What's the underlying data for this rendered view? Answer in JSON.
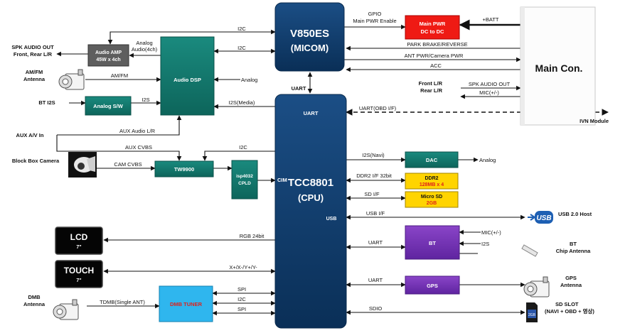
{
  "blocks": {
    "micom": {
      "title": "V850ES",
      "subtitle": "(MICOM)"
    },
    "cpu": {
      "title": "TCC8801",
      "subtitle": "(CPU)",
      "uart_label": "UART",
      "cim_label": "CIM",
      "usb_label": "USB"
    },
    "uart_link": "UART",
    "main_pwr": {
      "line1": "Main PWR",
      "line2": "DC to DC"
    },
    "main_con": "Main Con.",
    "audio_amp": {
      "line1": "Audio AMP",
      "line2": "45W x 4ch"
    },
    "audio_dsp": "Audio DSP",
    "analog_sw": "Analog S/W",
    "tw9900": "TW9900",
    "isp": {
      "line1": "isp4032",
      "line2": "CPLD"
    },
    "dac": "DAC",
    "ddr2": {
      "line1": "DDR2",
      "line2": "128MB x 4"
    },
    "microsd": {
      "line1": "Micro SD",
      "line2": "2GB"
    },
    "bt": "BT",
    "gps": "GPS",
    "dmb_tuner": "DMB TUNER",
    "lcd": {
      "line1": "LCD",
      "line2": "7\""
    },
    "touch": {
      "line1": "TOUCH",
      "line2": "7\""
    }
  },
  "external": {
    "spk_audio_out": {
      "line1": "SPK AUDIO OUT",
      "line2": "Front, Rear L/R"
    },
    "amfm_antenna": {
      "line1": "AM/FM",
      "line2": "Antenna"
    },
    "bt_i2s": "BT I2S",
    "aux_av_in": "AUX A/V In",
    "block_box_camera": "Block Box Camera",
    "dmb_antenna": {
      "line1": "DMB",
      "line2": "Antenna"
    },
    "ivn_module": "IVN Module",
    "usb_host": "USB 2.0 Host",
    "bt_antenna": {
      "line1": "BT",
      "line2": "Chip Antenna"
    },
    "gps_antenna": {
      "line1": "GPS",
      "line2": "Antenna"
    },
    "sd_slot": {
      "line1": "SD SLOT",
      "line2": "(NAVI + OBD + 영상)"
    },
    "usb_logo": "USB",
    "sd_card_label": "2GB",
    "front_rear": {
      "line1": "Front L/R",
      "line2": "Rear L/R"
    }
  },
  "signals": {
    "i2c_amp": "I2C",
    "analog_audio": {
      "line1": "Analog",
      "line2": "Audio(4ch)"
    },
    "i2c_dsp": "I2C",
    "amfm": "AM/FM",
    "analog_in": "Analog",
    "i2s_bt": "I2S",
    "i2s_media": "I2S(Media)",
    "aux_audio": "AUX Audio L/R",
    "aux_cvbs": "AUX CVBS",
    "i2c_tw": "I2C",
    "cam_cvbs": "CAM CVBS",
    "gpio": {
      "line1": "GPIO",
      "line2": "Main PWR Enable"
    },
    "batt": "+BATT",
    "park_brake": "PARK BRAKE/REVERSE",
    "ant_pwr": "ANT PWR/Camera PWR",
    "acc": "ACC",
    "spk_out_r": "SPK AUDIO OUT",
    "mic_r": "MIC(+/-)",
    "uart_obd": "UART(OBD I/F)",
    "i2s_navi": "I2S(Navi)",
    "analog_out": "Analog",
    "ddr2_if": "DDR2 I/F 32bit",
    "sd_if": "SD I/F",
    "usb_if": "USB I/F",
    "rgb": "RGB 24bit",
    "uart_bt": "UART",
    "mic_bt": "MIC(+/-)",
    "i2s_bt_r": "I2S",
    "xy": "X+/X-/Y+/Y-",
    "uart_gps": "UART",
    "tdmb": "TDMB(Single ANT)",
    "spi1": "SPI",
    "i2c_dmb": "I2C",
    "spi2": "SPI",
    "sdio": "SDIO"
  },
  "colors": {
    "navy": "#0c3866",
    "teal": "#12756b",
    "red": "#ef1a14",
    "yellow": "#ffd400",
    "purple": "#7232b0",
    "cyan": "#2fb6ee",
    "gray": "#5e5e5e"
  }
}
